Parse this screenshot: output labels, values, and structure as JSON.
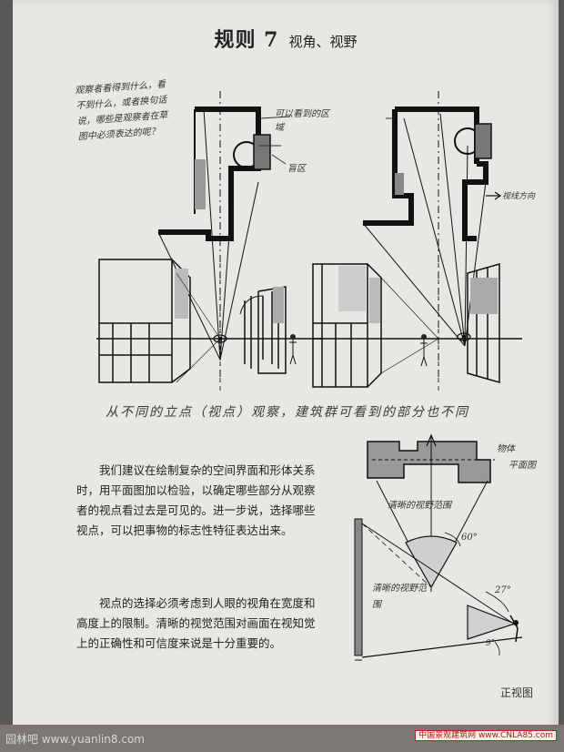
{
  "header": {
    "rule": "规则 7",
    "topic": "视角、视野"
  },
  "margin_note": "观察者看得到什么，看不到什么，或者换句话说，哪些是观察者在草图中必须表达的呢？",
  "diagram_labels": {
    "visible_area": "可以看到的区域",
    "blind_area": "盲区",
    "sight_direction": "视线方向"
  },
  "caption": "从不同的立点（视点）观察，建筑群可看到的部分也不同",
  "paragraphs": [
    "我们建议在绘制复杂的空间界面和形体关系时，用平面图加以检验，以确定哪些部分从观察者的视点看过去是可见的。进一步说，选择哪些视点，可以把事物的标志性特征表达出来。",
    "视点的选择必须考虑到人眼的视角在宽度和高度上的限制。清晰的视觉范围对画面在视知觉上的正确性和可信度来说是十分重要的。"
  ],
  "lower_diagram": {
    "object": "物体",
    "plan": "平面图",
    "clear_view_plan": "清晰的视野范围",
    "angle_plan": "60°",
    "clear_view_elevation": "清晰的视野范围",
    "angle_elevation": "27°",
    "angle_small": "9°",
    "elevation": "正视图"
  },
  "watermark": {
    "site": "园林吧 www.yuanlin8.com",
    "stamp": "中国景观建筑网 www.CNLA85.com"
  }
}
